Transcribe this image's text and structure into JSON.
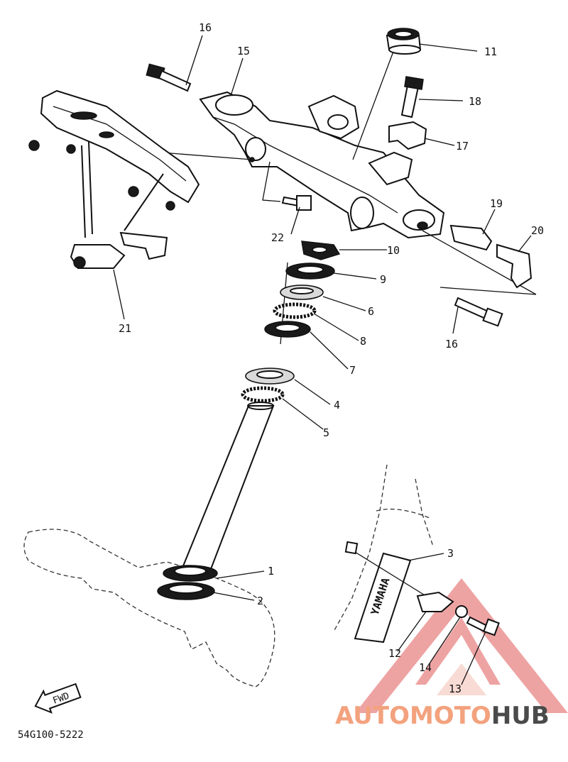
{
  "diagram": {
    "code": "54G100-5222",
    "fwd_label": "FWD",
    "fork_brand": "YAMAHA",
    "watermark": {
      "prefix": "AUTOMOTO",
      "suffix": "HUB",
      "prefix_color": "#f3a27e",
      "suffix_color": "#4a4a4a",
      "triangle_color": "#e98585"
    },
    "callouts": [
      "1",
      "2",
      "3",
      "4",
      "5",
      "6",
      "7",
      "8",
      "9",
      "10",
      "11",
      "12",
      "13",
      "14",
      "15",
      "16",
      "16",
      "17",
      "18",
      "19",
      "20",
      "21",
      "22"
    ]
  }
}
